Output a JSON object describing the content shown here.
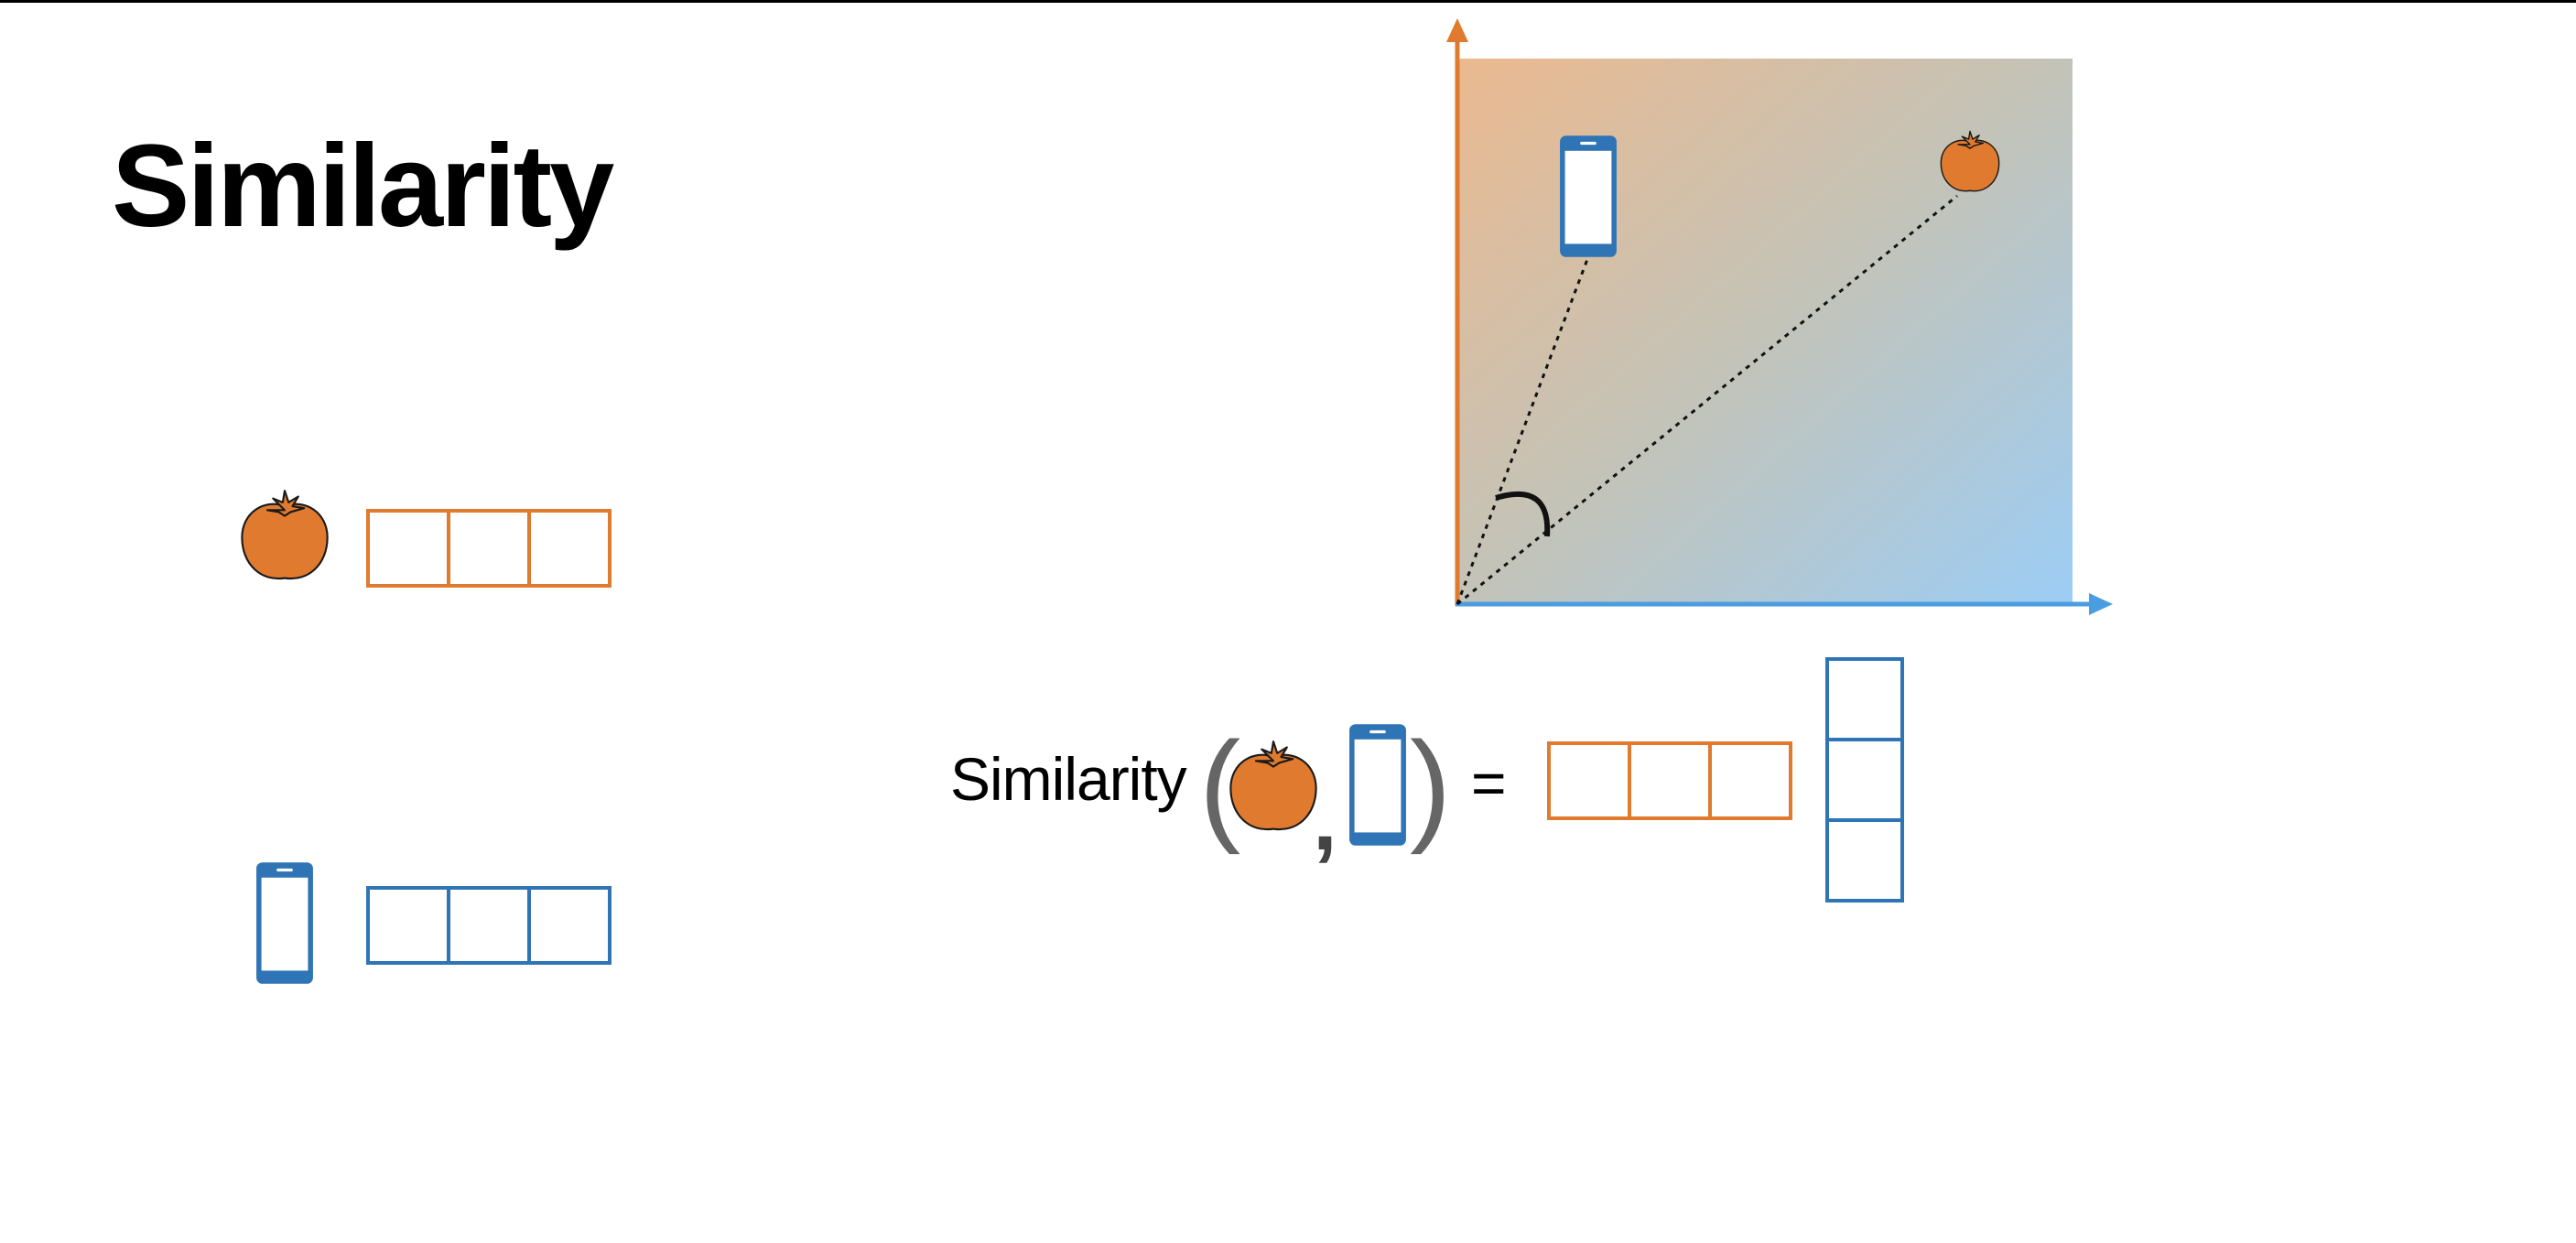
{
  "slide": {
    "title": "Similarity",
    "formula": {
      "label": "Similarity",
      "open_paren": "(",
      "separator": ",",
      "close_paren": ")",
      "equals": "="
    }
  },
  "items": [
    {
      "name": "tomato",
      "icon": "tomato-icon",
      "color": "#E07A2F"
    },
    {
      "name": "phone",
      "icon": "phone-icon",
      "color": "#2F74B5"
    }
  ],
  "vector_cells": 3,
  "colors": {
    "orange": "#E07A2F",
    "blue": "#2F74B5",
    "axis_blue": "#4A9DE0",
    "gradient_start": "#EBB98F",
    "gradient_end": "#9CCDF5"
  }
}
